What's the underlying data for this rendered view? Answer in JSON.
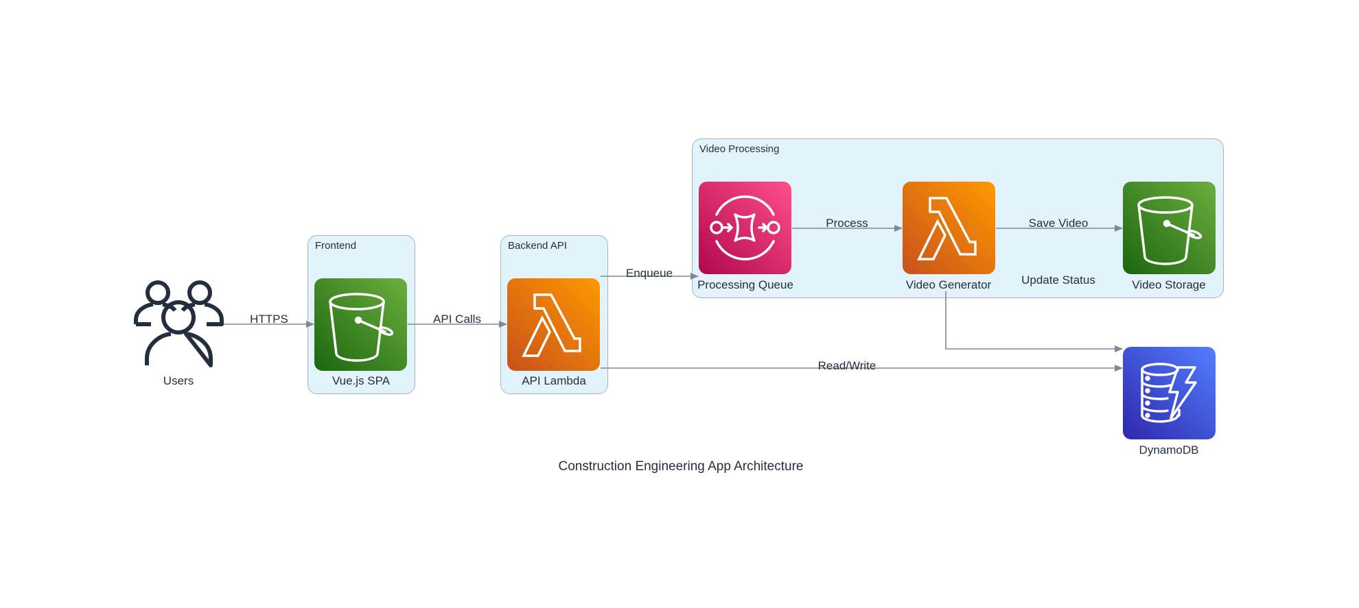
{
  "diagram": {
    "title": "Construction Engineering App Architecture",
    "clusters": {
      "frontend": {
        "label": "Frontend"
      },
      "backend": {
        "label": "Backend API"
      },
      "video": {
        "label": "Video Processing"
      }
    },
    "nodes": {
      "users": {
        "label": "Users",
        "icon": "users-icon"
      },
      "spa": {
        "label": "Vue.js SPA",
        "icon": "s3-bucket-icon",
        "color": "#3f8624"
      },
      "api_lambda": {
        "label": "API Lambda",
        "icon": "lambda-icon",
        "color": "#ed7100"
      },
      "queue": {
        "label": "Processing Queue",
        "icon": "sqs-queue-icon",
        "color": "#e7157b"
      },
      "video_gen": {
        "label": "Video Generator",
        "icon": "lambda-icon",
        "color": "#ed7100"
      },
      "video_storage": {
        "label": "Video Storage",
        "icon": "s3-bucket-icon",
        "color": "#3f8624"
      },
      "dynamodb": {
        "label": "DynamoDB",
        "icon": "dynamodb-icon",
        "color": "#3b48cc"
      }
    },
    "edges": [
      {
        "from": "users",
        "to": "spa",
        "label": "HTTPS"
      },
      {
        "from": "spa",
        "to": "api_lambda",
        "label": "API Calls"
      },
      {
        "from": "api_lambda",
        "to": "queue",
        "label": "Enqueue"
      },
      {
        "from": "api_lambda",
        "to": "dynamodb",
        "label": "Read/Write"
      },
      {
        "from": "queue",
        "to": "video_gen",
        "label": "Process"
      },
      {
        "from": "video_gen",
        "to": "video_storage",
        "label": "Save Video"
      },
      {
        "from": "video_gen",
        "to": "dynamodb",
        "label": "Update Status"
      }
    ],
    "colors": {
      "edge": "#7b8896",
      "cluster_fill": "#e3f3fb",
      "cluster_border": "#a3b3c2",
      "text": "#232f3e"
    }
  }
}
